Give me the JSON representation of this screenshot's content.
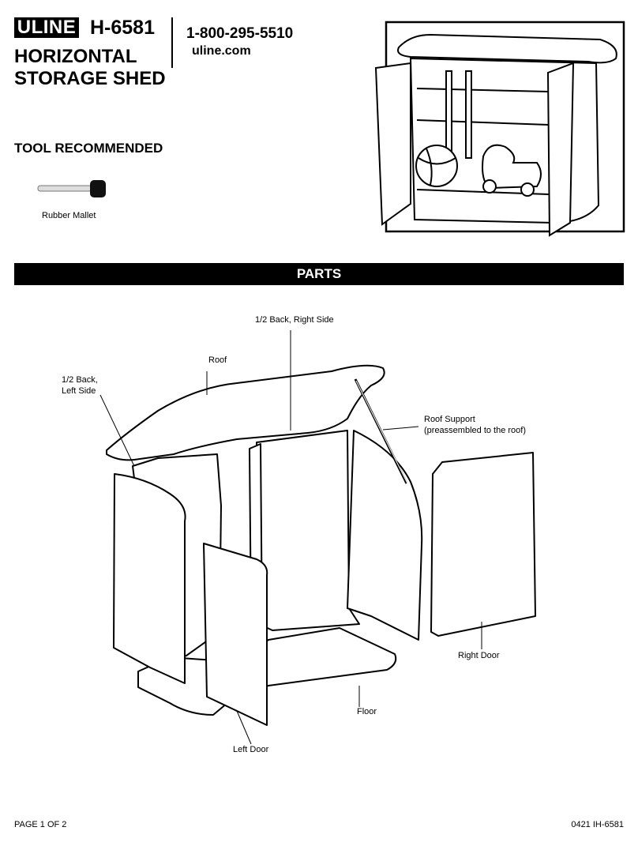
{
  "header": {
    "brand": "ULINE",
    "model": "H-6581",
    "title_line1": "HORIZONTAL",
    "title_line2": "STORAGE SHED",
    "phone": "1-800-295-5510",
    "website": "uline.com"
  },
  "tools": {
    "heading": "TOOL RECOMMENDED",
    "items": [
      {
        "label": "Rubber Mallet",
        "icon": "mallet-icon"
      }
    ]
  },
  "parts": {
    "heading": "PARTS",
    "labels": {
      "back_right": "1/2 Back, Right Side",
      "roof": "Roof",
      "back_left_1": "1/2 Back,",
      "back_left_2": "Left Side",
      "roof_support_1": "Roof Support",
      "roof_support_2": "(preassembled to the roof)",
      "right_door": "Right Door",
      "floor": "Floor",
      "left_door": "Left Door"
    }
  },
  "footer": {
    "page": "PAGE 1 OF 2",
    "code": "0421 IH-6581"
  }
}
